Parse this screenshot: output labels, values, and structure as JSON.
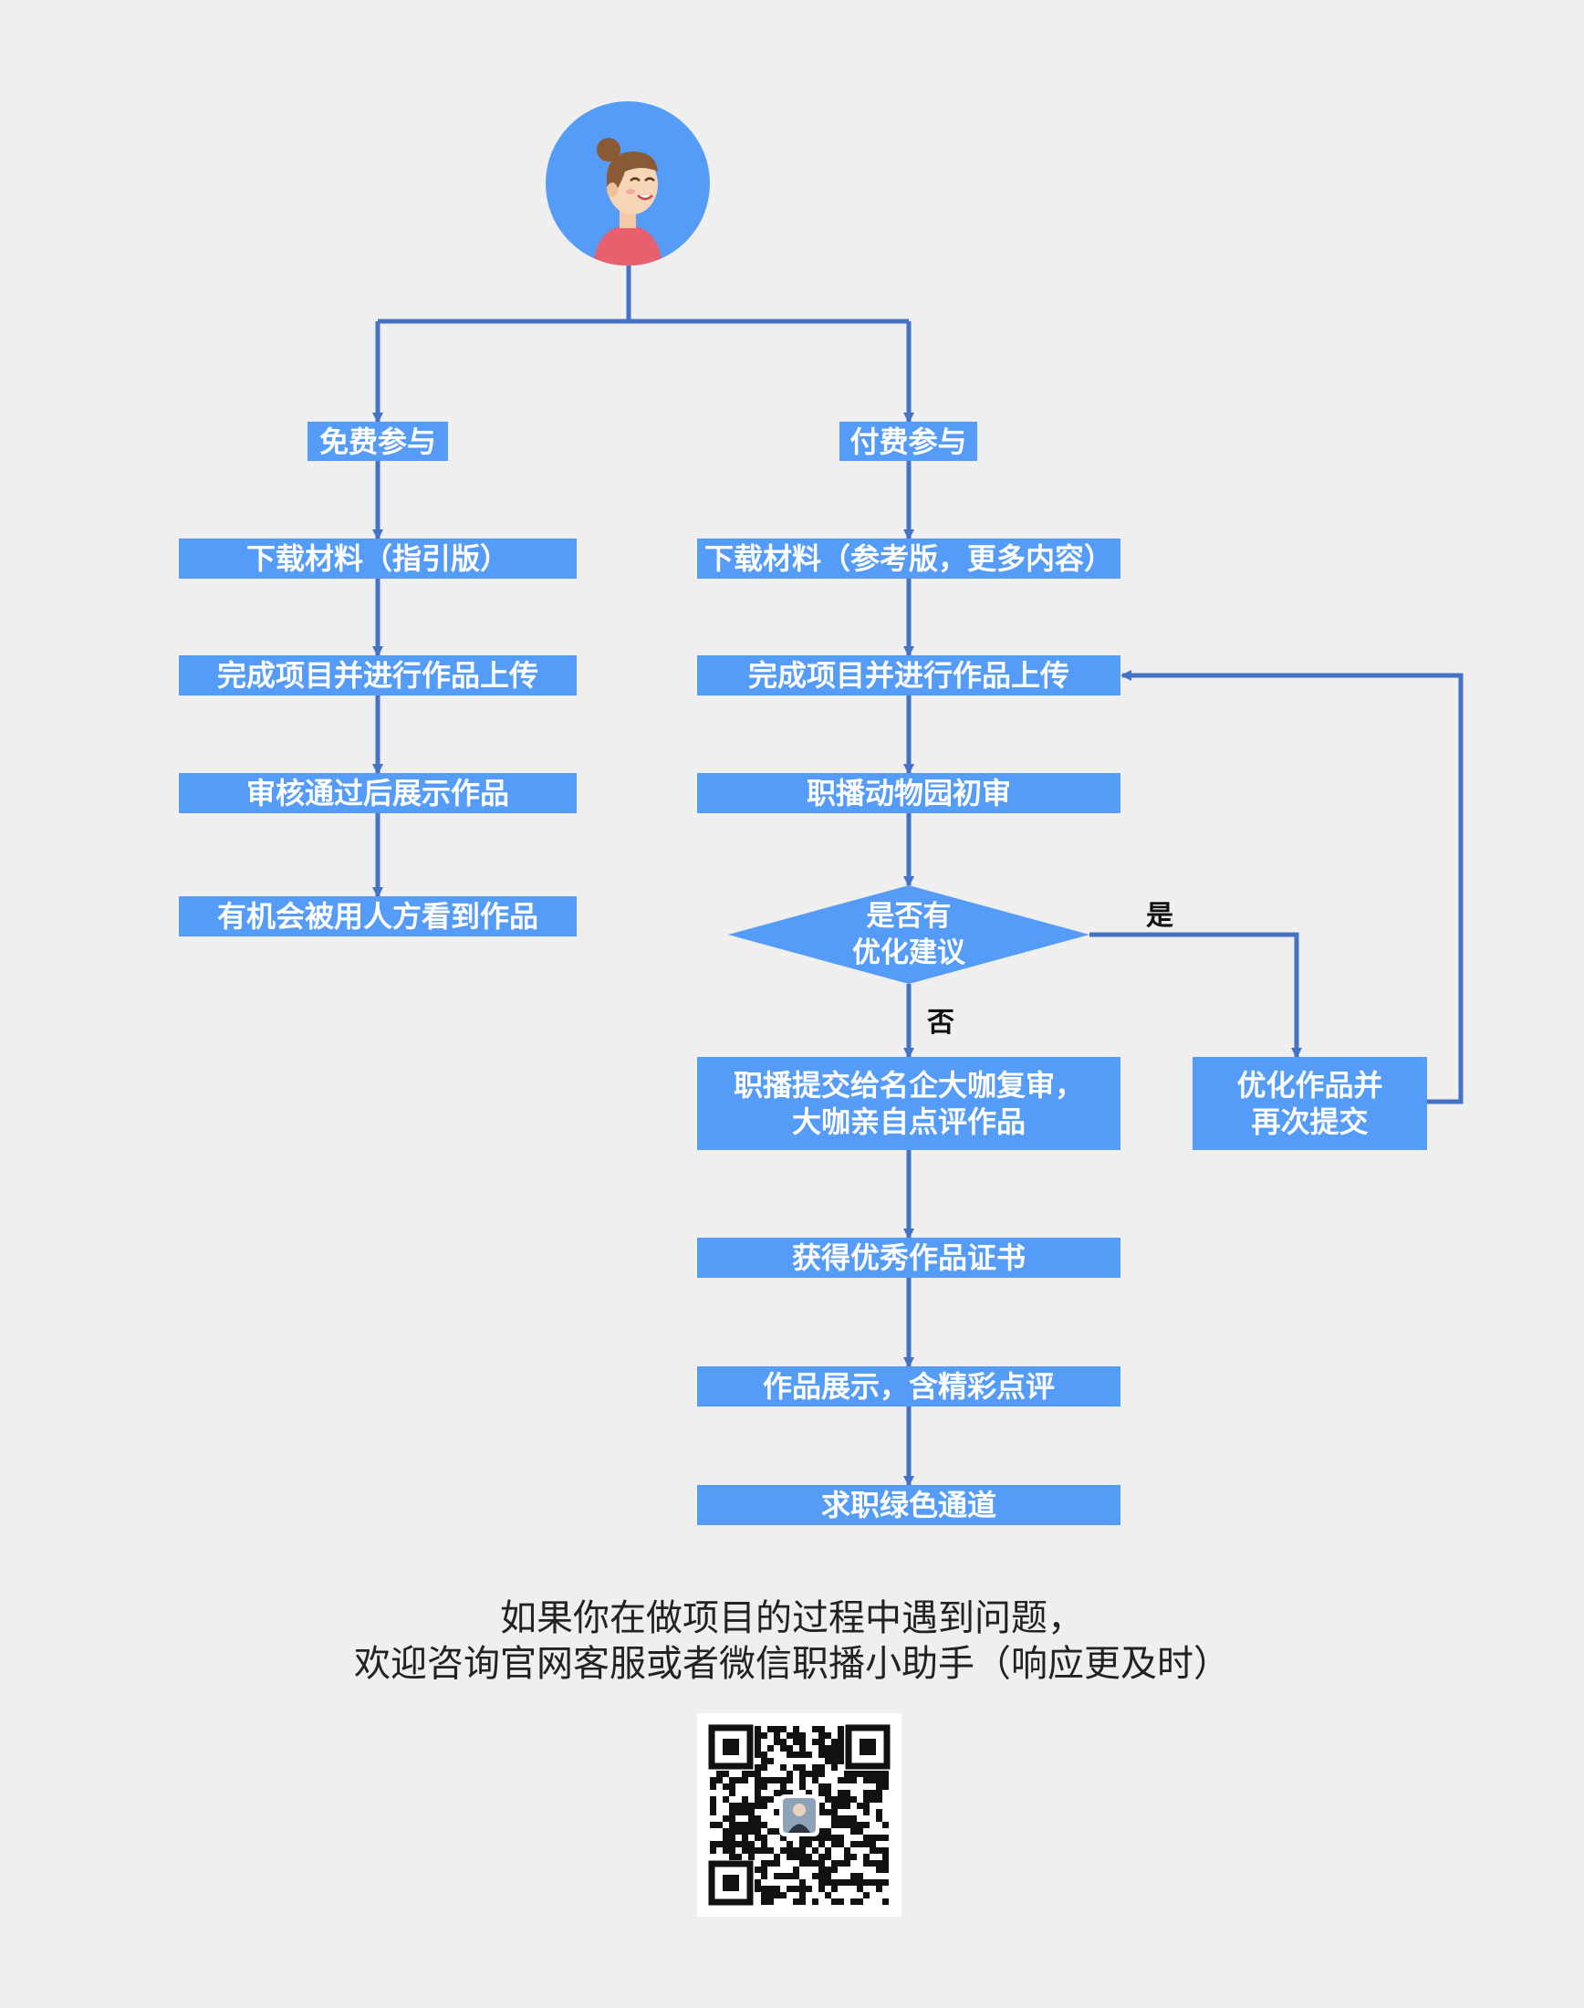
{
  "diagram": {
    "avatar": {
      "icon": "woman-avatar-icon"
    },
    "free_branch": {
      "title": "免费参与",
      "steps": [
        "下载材料（指引版）",
        "完成项目并进行作品上传",
        "审核通过后展示作品",
        "有机会被用人方看到作品"
      ]
    },
    "paid_branch": {
      "title": "付费参与",
      "steps": [
        "下载材料（参考版，更多内容）",
        "完成项目并进行作品上传",
        "职播动物园初审"
      ],
      "decision": {
        "line1": "是否有",
        "line2": "优化建议"
      },
      "yes_label": "是",
      "no_label": "否",
      "yes_step": {
        "line1": "优化作品并",
        "line2": "再次提交"
      },
      "no_step": {
        "line1": "职播提交给名企大咖复审，",
        "line2": "大咖亲自点评作品"
      },
      "final_steps": [
        "获得优秀作品证书",
        "作品展示，含精彩点评",
        "求职绿色通道"
      ]
    },
    "colors": {
      "box": "#559bf8",
      "line": "#4472c4",
      "background": "#efefef"
    }
  },
  "footer": {
    "line1": "如果你在做项目的过程中遇到问题，",
    "line2": "欢迎咨询官网客服或者微信职播小助手（响应更及时）",
    "qr": {
      "icon": "qr-code-icon"
    }
  }
}
